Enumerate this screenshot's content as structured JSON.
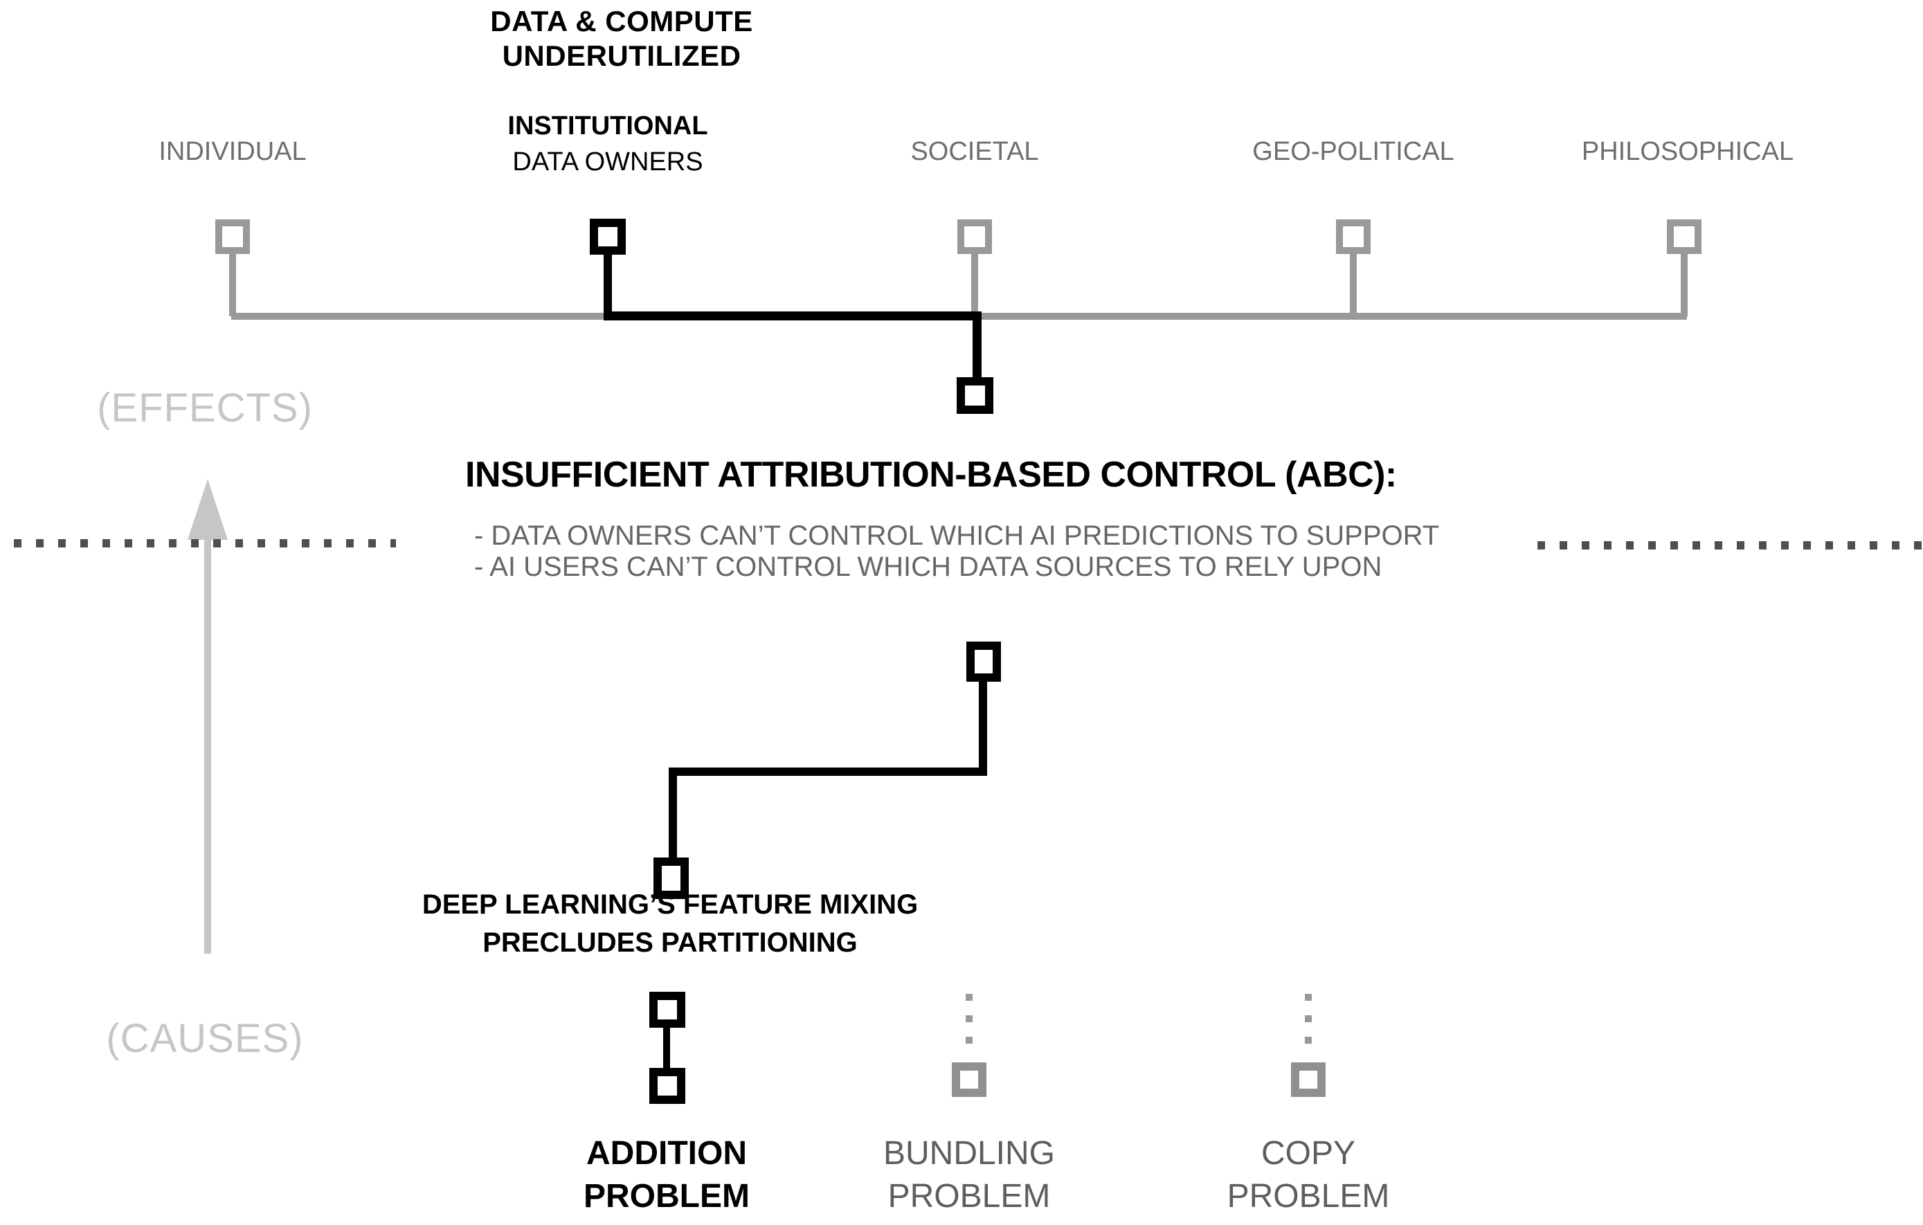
{
  "title": {
    "line1": "DATA & COMPUTE",
    "line2": "UNDERUTILIZED"
  },
  "categories": [
    {
      "label": "INDIVIDUAL"
    },
    {
      "label": "INSTITUTIONAL",
      "label2": "DATA OWNERS",
      "emphasized": true
    },
    {
      "label": "SOCIETAL"
    },
    {
      "label": "GEO-POLITICAL"
    },
    {
      "label": "PHILOSOPHICAL"
    }
  ],
  "axis": {
    "effects": "(EFFECTS)",
    "causes": "(CAUSES)"
  },
  "abc": {
    "heading": "INSUFFICIENT ATTRIBUTION-BASED CONTROL (ABC):",
    "bullets": [
      "- DATA OWNERS CAN’T CONTROL WHICH AI PREDICTIONS TO SUPPORT",
      "- AI USERS CAN’T CONTROL WHICH DATA SOURCES TO RELY UPON"
    ]
  },
  "cause_note": {
    "line1": "DEEP LEARNING’S FEATURE MIXING",
    "line2": "PRECLUDES PARTITIONING"
  },
  "problems": [
    {
      "line1": "ADDITION",
      "line2": "PROBLEM",
      "emphasized": true
    },
    {
      "line1": "BUNDLING",
      "line2": "PROBLEM",
      "emphasized": false
    },
    {
      "line1": "COPY",
      "line2": "PROBLEM",
      "emphasized": false
    }
  ],
  "colors": {
    "emphasis": "#000000",
    "structure_gray": "#999999",
    "category_text_gray": "#6e6e6e",
    "bullet_text_gray": "#666666",
    "bottom_label_gray": "#5d5d5d",
    "dotted_divider": "#4f4f4f",
    "axis_light_gray": "#c6c6c6",
    "background": "#ffffff"
  }
}
